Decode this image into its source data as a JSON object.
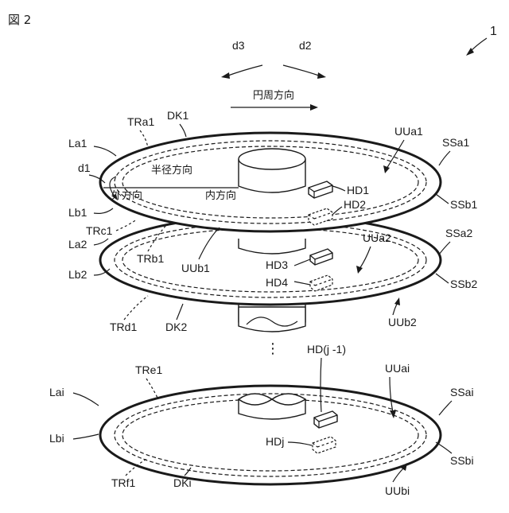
{
  "figure": {
    "title": "図 2",
    "ref_number": "1"
  },
  "directions": {
    "d3": "d3",
    "d2": "d2",
    "circumferential": "円周方向",
    "d1": "d1",
    "radial": "半径方向",
    "outward": "外方向",
    "inward": "内方向"
  },
  "disk1": {
    "name": "DK1",
    "surface_a": "La1",
    "surface_b": "Lb1",
    "track_a": "TRa1",
    "track_b": "TRb1",
    "track_c": "TRc1",
    "user_area_a": "UUa1",
    "user_area_b": "UUb1",
    "system_a": "SSa1",
    "system_b": "SSb1",
    "head_a": "HD1",
    "head_b": "HD2"
  },
  "disk2": {
    "name": "DK2",
    "surface_a": "La2",
    "surface_b": "Lb2",
    "track_d": "TRd1",
    "user_area_a": "UUa2",
    "user_area_b": "UUb2",
    "system_a": "SSa2",
    "system_b": "SSb2",
    "head_a": "HD3",
    "head_b": "HD4"
  },
  "stack_ellipsis": "⋮",
  "diski": {
    "name": "DKi",
    "surface_a": "Lai",
    "surface_b": "Lbi",
    "track_e": "TRe1",
    "track_f": "TRf1",
    "user_area_a": "UUai",
    "user_area_b": "UUbi",
    "system_a": "SSai",
    "system_b": "SSbi",
    "head_a": "HD(j -1)",
    "head_b": "HDj"
  }
}
